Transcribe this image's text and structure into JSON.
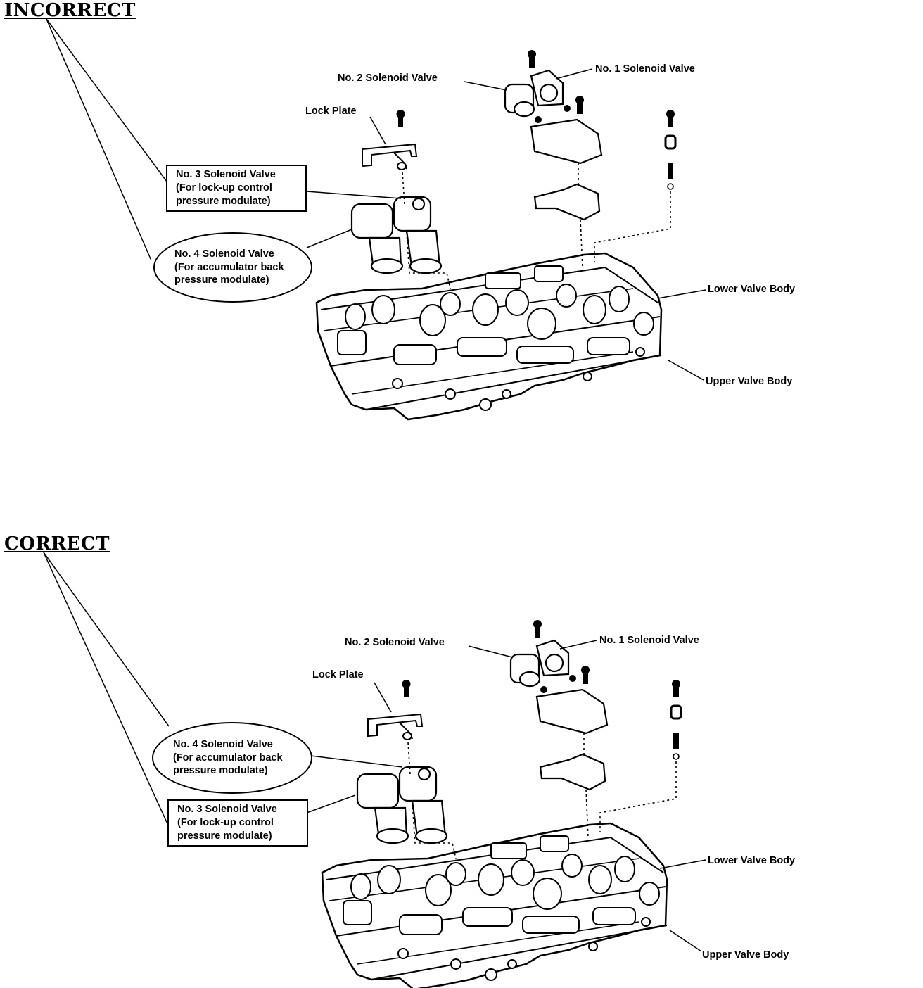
{
  "panels": [
    {
      "heading": "INCORRECT",
      "labels": {
        "solenoid_2": "No. 2 Solenoid Valve",
        "solenoid_1": "No. 1 Solenoid Valve",
        "lock_plate": "Lock Plate",
        "lower_body": "Lower Valve Body",
        "upper_body": "Upper Valve Body"
      },
      "box_callout": [
        "No. 3 Solenoid Valve",
        "(For lock-up control",
        "pressure modulate)"
      ],
      "oval_callout": [
        "No. 4 Solenoid Valve",
        "(For accumulator back",
        "pressure modulate)"
      ]
    },
    {
      "heading": "CORRECT",
      "labels": {
        "solenoid_2": "No. 2 Solenoid Valve",
        "solenoid_1": "No. 1 Solenoid Valve",
        "lock_plate": "Lock Plate",
        "lower_body": "Lower Valve Body",
        "upper_body": "Upper Valve Body"
      },
      "oval_callout": [
        "No. 4 Solenoid Valve",
        "(For accumulator back",
        "pressure modulate)"
      ],
      "box_callout": [
        "No. 3 Solenoid Valve",
        "(For lock-up control",
        "pressure modulate)"
      ]
    }
  ]
}
